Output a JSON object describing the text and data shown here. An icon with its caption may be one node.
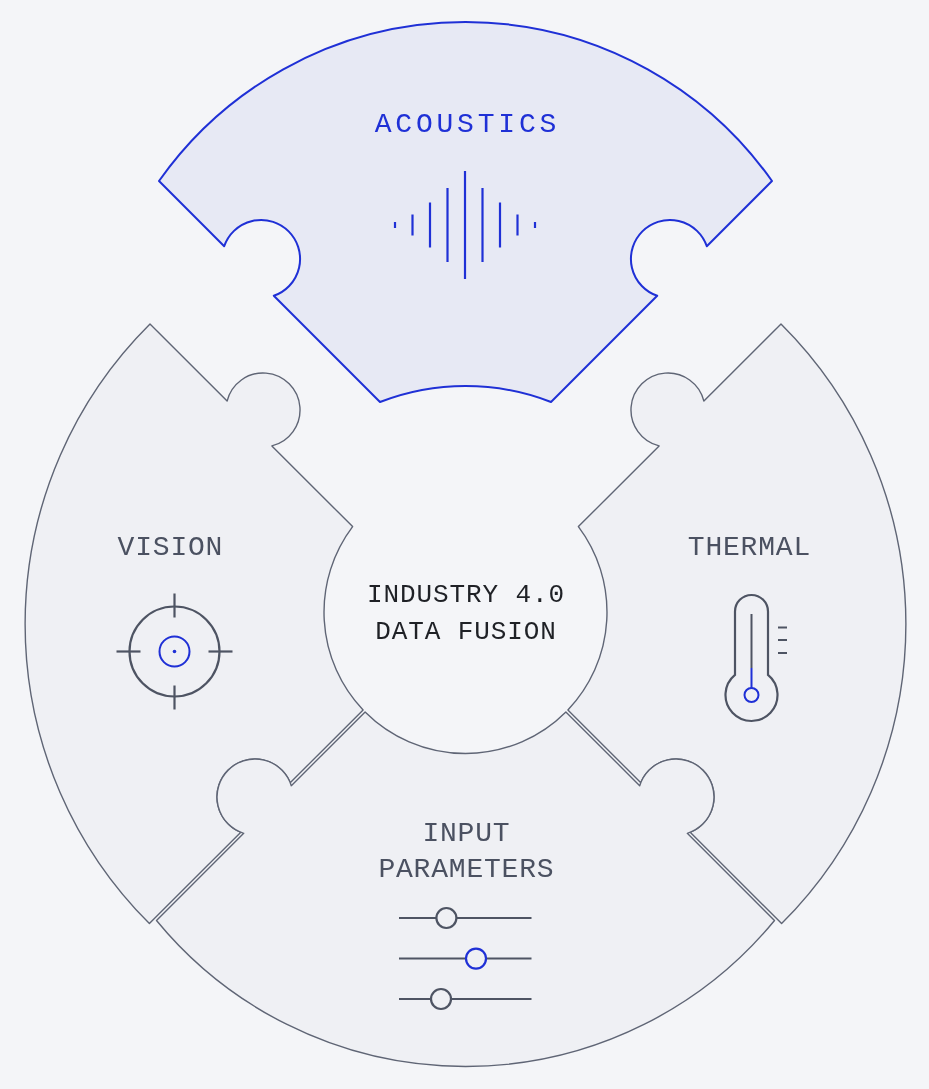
{
  "diagram": {
    "nodes": [
      {
        "text": [
          "ACOUSTICS"
        ]
      },
      {
        "text": [
          "VISION"
        ]
      },
      {
        "text": [
          "THERMAL"
        ]
      },
      {
        "text": [
          "INDUSTRY 4.0 DATA FUSION"
        ]
      },
      {
        "text": [
          "INPUT PARAMETERS"
        ]
      }
    ]
  }
}
